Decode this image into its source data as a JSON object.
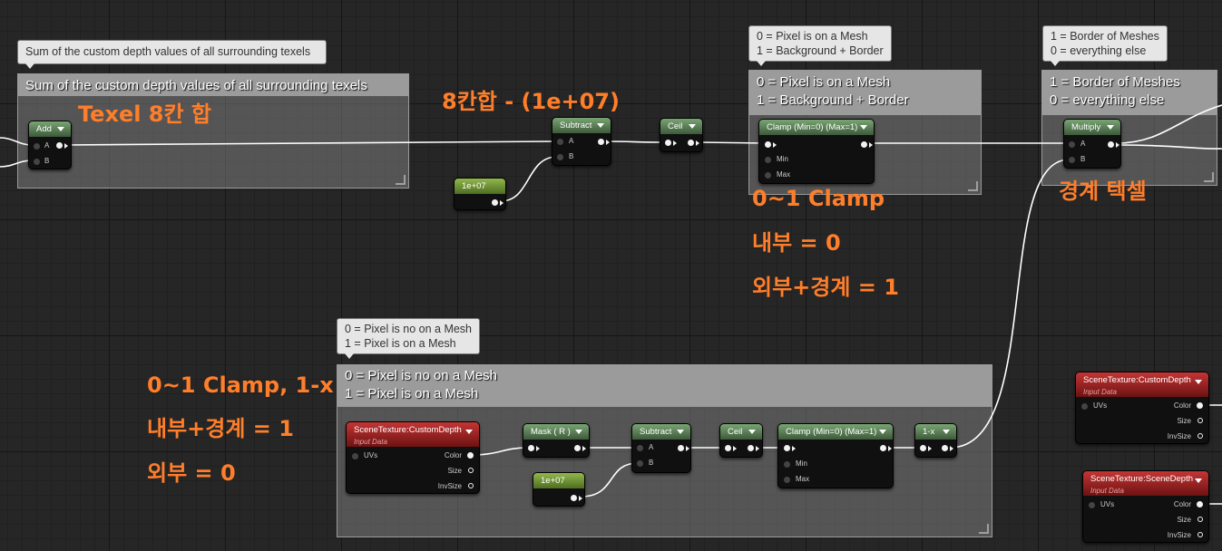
{
  "comments": {
    "sum": {
      "bubble": "Sum of the custom depth values of all surrounding texels",
      "title": "Sum of the custom depth values of all surrounding texels"
    },
    "clamp_top": {
      "bubble_line1": "0 = Pixel is on a Mesh",
      "bubble_line2": "1 = Background + Border",
      "title_line1": "0 = Pixel is on a Mesh",
      "title_line2": "1 = Background + Border"
    },
    "border": {
      "bubble_line1": "1 = Border of Meshes",
      "bubble_line2": "0 = everything else",
      "title_line1": "1 = Border of Meshes",
      "title_line2": "0 = everything else"
    },
    "mesh": {
      "bubble_line1": "0 = Pixel is no on a Mesh",
      "bubble_line2": "1 = Pixel is on a Mesh",
      "title_line1": "0 = Pixel is no on a Mesh",
      "title_line2": "1 = Pixel is on a Mesh"
    }
  },
  "nodes": {
    "add": {
      "title": "Add",
      "pin_a": "A",
      "pin_b": "B"
    },
    "subtract_top": {
      "title": "Subtract",
      "pin_a": "A",
      "pin_b": "B"
    },
    "const_top": {
      "title": "1e+07"
    },
    "ceil_top": {
      "title": "Ceil"
    },
    "clamp_top": {
      "title": "Clamp (Min=0) (Max=1)",
      "pin_min": "Min",
      "pin_max": "Max"
    },
    "multiply": {
      "title": "Multiply",
      "pin_a": "A",
      "pin_b": "B"
    },
    "scenetex_custom_bottom": {
      "title": "SceneTexture:CustomDepth",
      "subtitle": "Input Data",
      "pin_uvs": "UVs",
      "pin_color": "Color",
      "pin_size": "Size",
      "pin_invsize": "InvSize"
    },
    "mask": {
      "title": "Mask ( R )"
    },
    "const_bottom": {
      "title": "1e+07"
    },
    "subtract_bottom": {
      "title": "Subtract",
      "pin_a": "A",
      "pin_b": "B"
    },
    "ceil_bottom": {
      "title": "Ceil"
    },
    "clamp_bottom": {
      "title": "Clamp (Min=0) (Max=1)",
      "pin_min": "Min",
      "pin_max": "Max"
    },
    "one_minus": {
      "title": "1-x"
    },
    "scenetex_custom_right": {
      "title": "SceneTexture:CustomDepth",
      "subtitle": "Input Data",
      "pin_uvs": "UVs",
      "pin_color": "Color",
      "pin_size": "Size",
      "pin_invsize": "InvSize"
    },
    "scenetex_depth_right": {
      "title": "SceneTexture:SceneDepth",
      "subtitle": "Input Data",
      "pin_uvs": "UVs",
      "pin_color": "Color",
      "pin_size": "Size",
      "pin_invsize": "InvSize"
    }
  },
  "notes": {
    "texel_sum": "Texel 8칸 합",
    "eight_sum": "8칸합 - (1e+07)",
    "clamp_title": "0~1 Clamp",
    "inside_zero": "내부 = 0",
    "outside_border_one": "외부+경계 = 1",
    "border_texel": "경계 텍셀",
    "clamp_inv": "0~1 Clamp, 1-x",
    "inside_border_one": "내부+경계 = 1",
    "outside_zero": "외부 = 0"
  },
  "colors": {
    "background": "#262626",
    "comment_fill": "#808080",
    "comment_bar": "#9b9b9b",
    "math_node_header": "#5a7f55",
    "constant_node_header": "#6e9433",
    "scene_texture_header": "#a02424",
    "annotation": "#ff7e2a",
    "wire": "#ffffff"
  }
}
